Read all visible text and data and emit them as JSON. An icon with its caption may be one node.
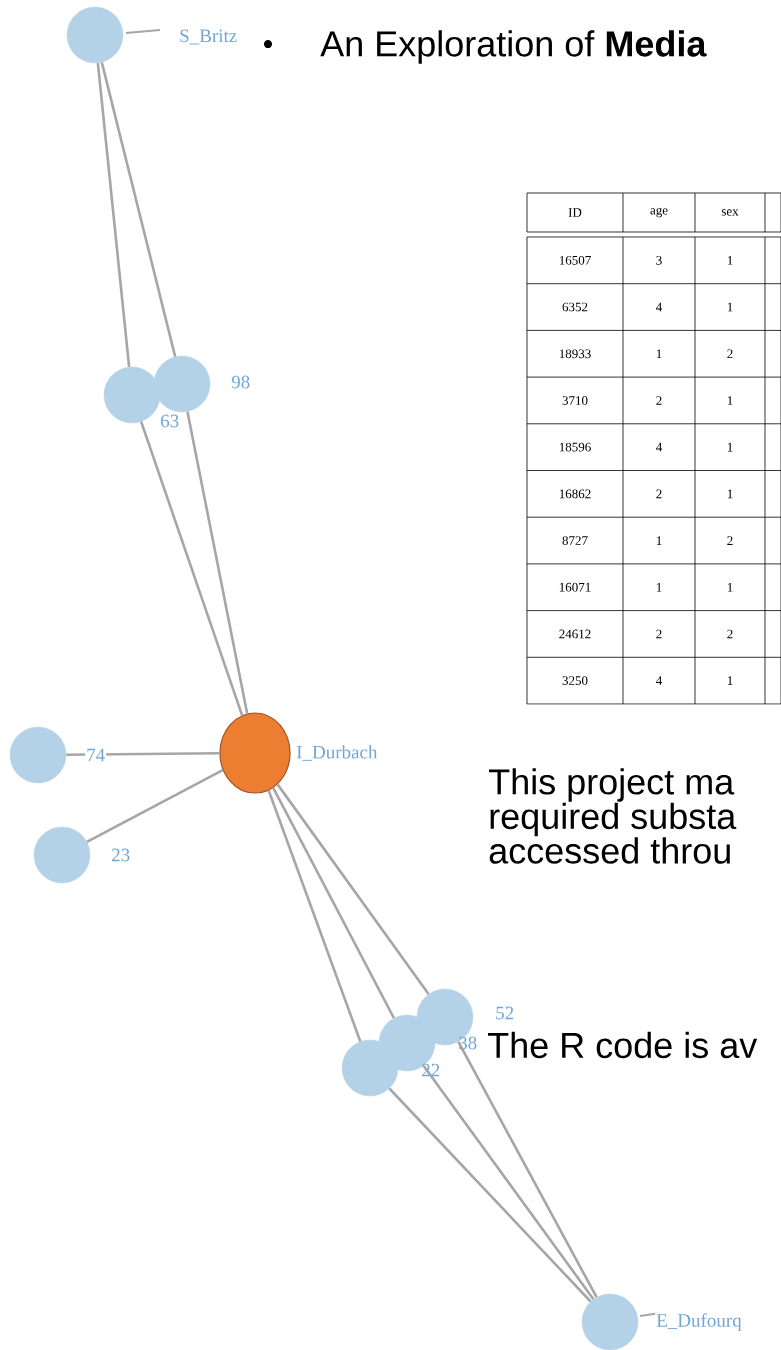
{
  "diagram": {
    "title": "An Exploration of **Media**",
    "nodes": [
      {
        "text": [
          "S_Britz"
        ]
      },
      {
        "text": [
          "63"
        ]
      },
      {
        "text": [
          "98"
        ]
      },
      {
        "text": [
          "74"
        ]
      },
      {
        "text": [
          "I_Durbach"
        ]
      },
      {
        "text": [
          "23"
        ]
      },
      {
        "text": [
          "52"
        ]
      },
      {
        "text": [
          "38"
        ]
      },
      {
        "text": [
          "22"
        ]
      },
      {
        "text": [
          "E_Dufourq"
        ]
      }
    ],
    "edges": [
      {
        "from": 0,
        "to": 1,
        "arrow": "none"
      },
      {
        "from": 0,
        "to": 2,
        "arrow": "none"
      },
      {
        "from": 1,
        "to": 4,
        "arrow": "none"
      },
      {
        "from": 2,
        "to": 4,
        "arrow": "none"
      },
      {
        "from": 3,
        "to": 4,
        "arrow": "none"
      },
      {
        "from": 5,
        "to": 4,
        "arrow": "none"
      },
      {
        "from": 4,
        "to": 8,
        "arrow": "none"
      },
      {
        "from": 4,
        "to": 7,
        "arrow": "none"
      },
      {
        "from": 4,
        "to": 6,
        "arrow": "none"
      },
      {
        "from": 8,
        "to": 9,
        "arrow": "none"
      },
      {
        "from": 7,
        "to": 9,
        "arrow": "none"
      },
      {
        "from": 6,
        "to": 9,
        "arrow": "none"
      }
    ],
    "labels": [
      "•",
      "ID",
      "age",
      "sex",
      "16507",
      "3",
      "1",
      "6352",
      "4",
      "1",
      "18933",
      "1",
      "2",
      "3710",
      "2",
      "1",
      "18596",
      "4",
      "1",
      "16862",
      "2",
      "1",
      "8727",
      "1",
      "2",
      "16071",
      "1",
      "1",
      "24612",
      "2",
      "2",
      "3250",
      "4",
      "1",
      "This project ma required substa accessed throu",
      "The R code is av"
    ]
  }
}
